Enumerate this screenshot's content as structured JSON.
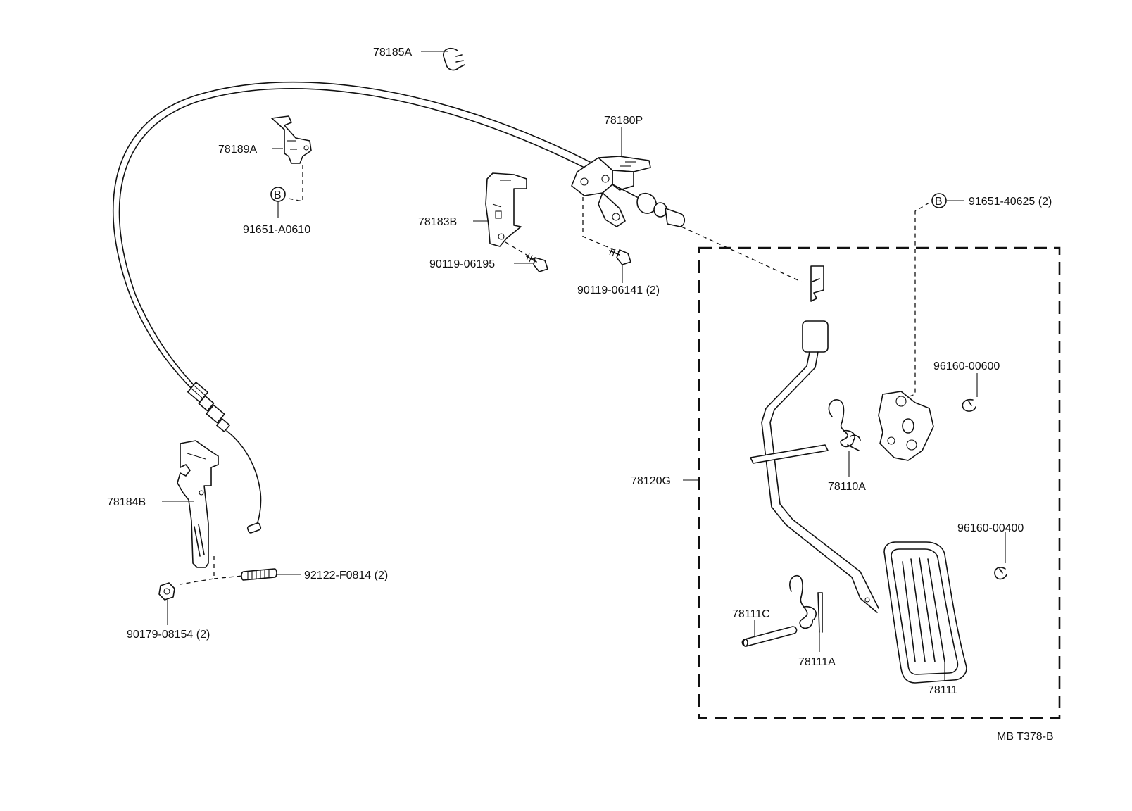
{
  "diagram_id": "MB T378-B",
  "parts": {
    "p78185A": "78185A",
    "p78189A": "78189A",
    "p91651A0610": "91651-A0610",
    "p78180P": "78180P",
    "p78183B": "78183B",
    "p9011906195": "90119-06195",
    "p9011906141": "90119-06141 (2)",
    "p9165140625": "91651-40625 (2)",
    "p9616000600": "96160-00600",
    "p78120G": "78120G",
    "p78110A": "78110A",
    "p78184B": "78184B",
    "p9616000400": "96160-00400",
    "p92122F0814": "92122-F0814 (2)",
    "p9017908154": "90179-08154 (2)",
    "p78111C": "78111C",
    "p78111A": "78111A",
    "p78111": "78111"
  },
  "bolt_marker": "B"
}
